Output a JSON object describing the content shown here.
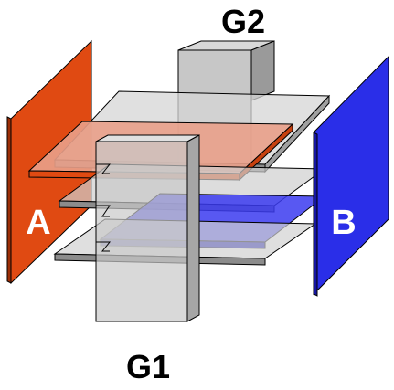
{
  "labels": {
    "left_electrode": "A",
    "right_electrode": "B",
    "top_gate": "G2",
    "bottom_gate": "G1"
  },
  "colors": {
    "electrode_a": "#E04A12",
    "electrode_b": "#2A2EE8",
    "gate": "#C9C9C9",
    "sheet": "#D0D0D0",
    "outline": "#000000",
    "label_light": "#FFFFFF",
    "label_dark": "#000000"
  }
}
